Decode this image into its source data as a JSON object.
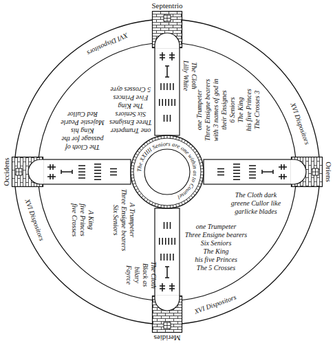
{
  "diagram": {
    "nodes": [
      {
        "text": [
          "Septentrio"
        ]
      },
      {
        "text": [
          "Oriens"
        ]
      },
      {
        "text": [
          "Meridies"
        ]
      },
      {
        "text": [
          "Occidens"
        ]
      },
      {
        "text": [
          "The XXIIII Seniors are one within as to Counsel"
        ]
      }
    ],
    "labels": [
      "XVI Dispositors",
      "one Trumpeter",
      "Three Ensignes",
      "Six Seniors",
      "The King",
      "Five Princes",
      "5 Crosses ayre",
      "The Cloth of passage for the King his Majestie Pearle Red Cullor",
      "The Cloth Lilly White",
      "one Trumpeter",
      "Three Ensigne bearers with 3 names of god in their Ensignes",
      "6 Seniors",
      "The King",
      "his five Princes",
      "The Crosses 3",
      "XVI Dispositors",
      "The Cloth dark greene Cullor like garlicke blades",
      "one Trumpeter",
      "Three Ensigne bearers",
      "Six Seniors",
      "The King",
      "his five Princes",
      "The 5 Crosses",
      "XVI Dispositors",
      "The Cloth Black as bilary Fayrce",
      "A Trumpeter",
      "Three Ensigne bearers",
      "Six Seniors",
      "A King",
      "five Princes",
      "five Crosses",
      "XVI Dispositors"
    ]
  }
}
